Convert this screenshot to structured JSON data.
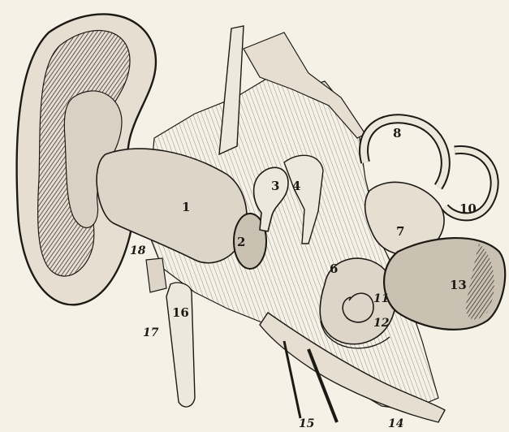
{
  "figure": {
    "colors": {
      "paper": "#f6f1e6",
      "ink": "#1d1a16",
      "shade": "#7d766c",
      "dark": "#3b3631",
      "light": "#d9d2c4"
    }
  },
  "labels": {
    "l1": "1",
    "l2": "2",
    "l3": "3",
    "l4": "4",
    "l6": "6",
    "l7": "7",
    "l8": "8",
    "l10": "10",
    "l11": "11",
    "l12": "12",
    "l13": "13",
    "l14": "14",
    "l15": "15",
    "l16": "16",
    "l17": "17",
    "l18": "18"
  }
}
